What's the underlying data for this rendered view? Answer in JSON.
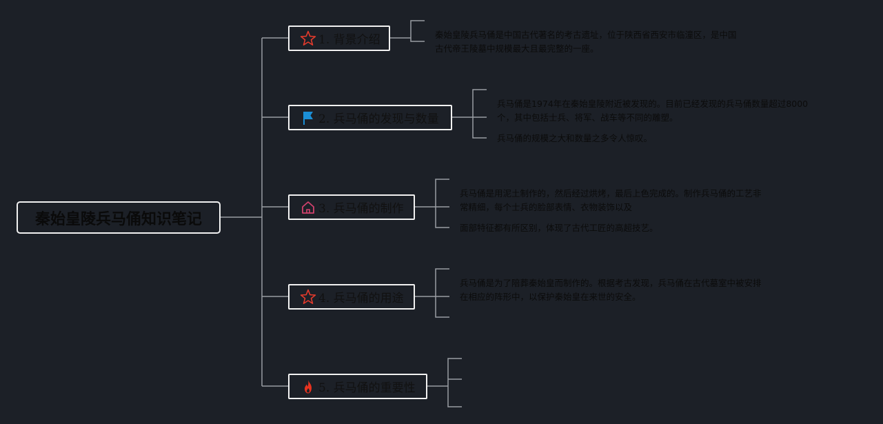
{
  "root": {
    "title": "秦始皇陵兵马俑知识笔记"
  },
  "topics": [
    {
      "icon": "star-icon",
      "icon_color": "#e53b2c",
      "label": "1. 背景介绍",
      "notes": [
        "秦始皇陵兵马俑是中国古代著名的考古遗址，位于陕西省西安市临潼区，是中国",
        "古代帝王陵墓中规模最大且最完整的一座。"
      ]
    },
    {
      "icon": "flag-icon",
      "icon_color": "#1b8fd6",
      "label": "2. 兵马俑的发现与数量",
      "notes": [
        "兵马俑是1974年在秦始皇陵附近被发现的。目前已经发现的兵马俑数量超过8000",
        "个，其中包括士兵、将军、战车等不同的雕塑。",
        "兵马俑的规模之大和数量之多令人惊叹。"
      ]
    },
    {
      "icon": "home-icon",
      "icon_color": "#d2416d",
      "label": "3. 兵马俑的制作",
      "notes": [
        "兵马俑是用泥土制作的，然后经过烘烤，最后上色完成的。制作兵马俑的工艺非",
        "常精细，每个士兵的脸部表情、衣物装饰以及",
        "面部特征都有所区别，体现了古代工匠的高超技艺。"
      ]
    },
    {
      "icon": "star-icon",
      "icon_color": "#e53b2c",
      "label": "4. 兵马俑的用途",
      "notes": [
        "兵马俑是为了陪葬秦始皇而制作的。根据考古发现，兵马俑在古代墓室中被安排",
        "在相应的阵形中，以保护秦始皇在来世的安全。"
      ]
    },
    {
      "icon": "fire-icon",
      "icon_color": "#e8331f",
      "label": "5. 兵马俑的重要性",
      "notes": []
    }
  ]
}
